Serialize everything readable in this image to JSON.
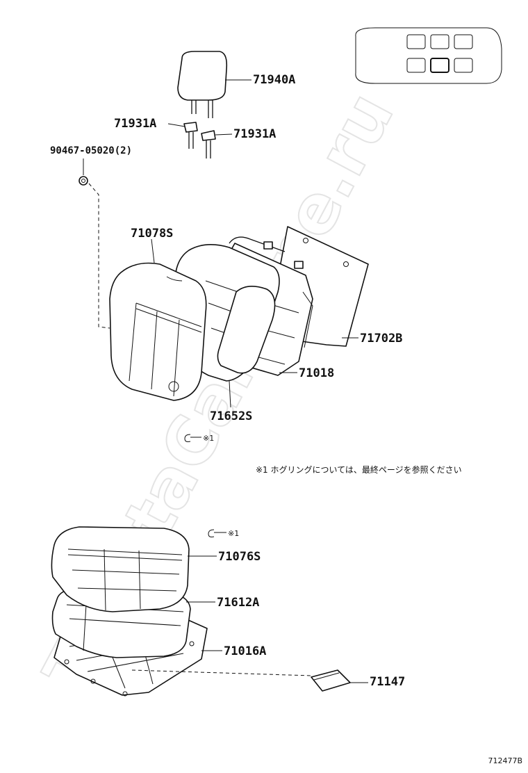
{
  "watermark": "ToyotaCarMine.ru",
  "labels": {
    "headrest": "71940A",
    "headrest_support_left": "71931A",
    "headrest_support_right": "71931A",
    "bolt": "90467-05020(2)",
    "seatback_cover": "71078S",
    "seatback_board": "71702B",
    "seatback_frame": "71018",
    "seatback_pad": "71652S",
    "hog_ring_top": "※1",
    "cushion_cover": "71076S",
    "cushion_pad": "71612A",
    "cushion_frame": "71016A",
    "cushion_part": "71147",
    "hog_ring_bottom": "※1"
  },
  "note": "※1  ホグリングについては、最終ページを参照ください",
  "diagram_code": "712477B"
}
